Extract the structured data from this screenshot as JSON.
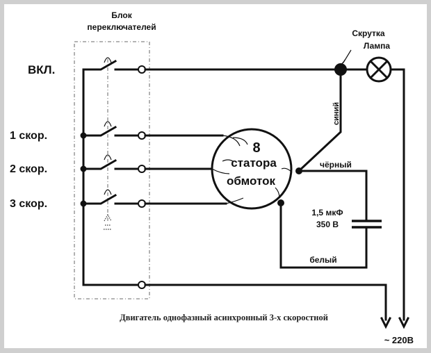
{
  "title": "Двигатель однофазный асинхронный 3-х скоростной",
  "switch_block": {
    "label_line1": "Блок",
    "label_line2": "переключателей"
  },
  "switches": [
    {
      "label": "ВКЛ."
    },
    {
      "label": "1 скор."
    },
    {
      "label": "2 скор."
    },
    {
      "label": "3 скор."
    }
  ],
  "motor": {
    "line1": "8",
    "line2": "статора",
    "line3": "обмоток"
  },
  "twist_label": "Скрутка",
  "lamp_label": "Лампа",
  "wires": {
    "blue": "синий",
    "black": "чёрный",
    "white": "белый"
  },
  "capacitor": {
    "capacitance": "1,5 мкФ",
    "voltage": "350 В"
  },
  "supply": "~ 220В",
  "colors": {
    "line": "#111111",
    "frame": "#cfcfcf",
    "dash": "#888888"
  }
}
